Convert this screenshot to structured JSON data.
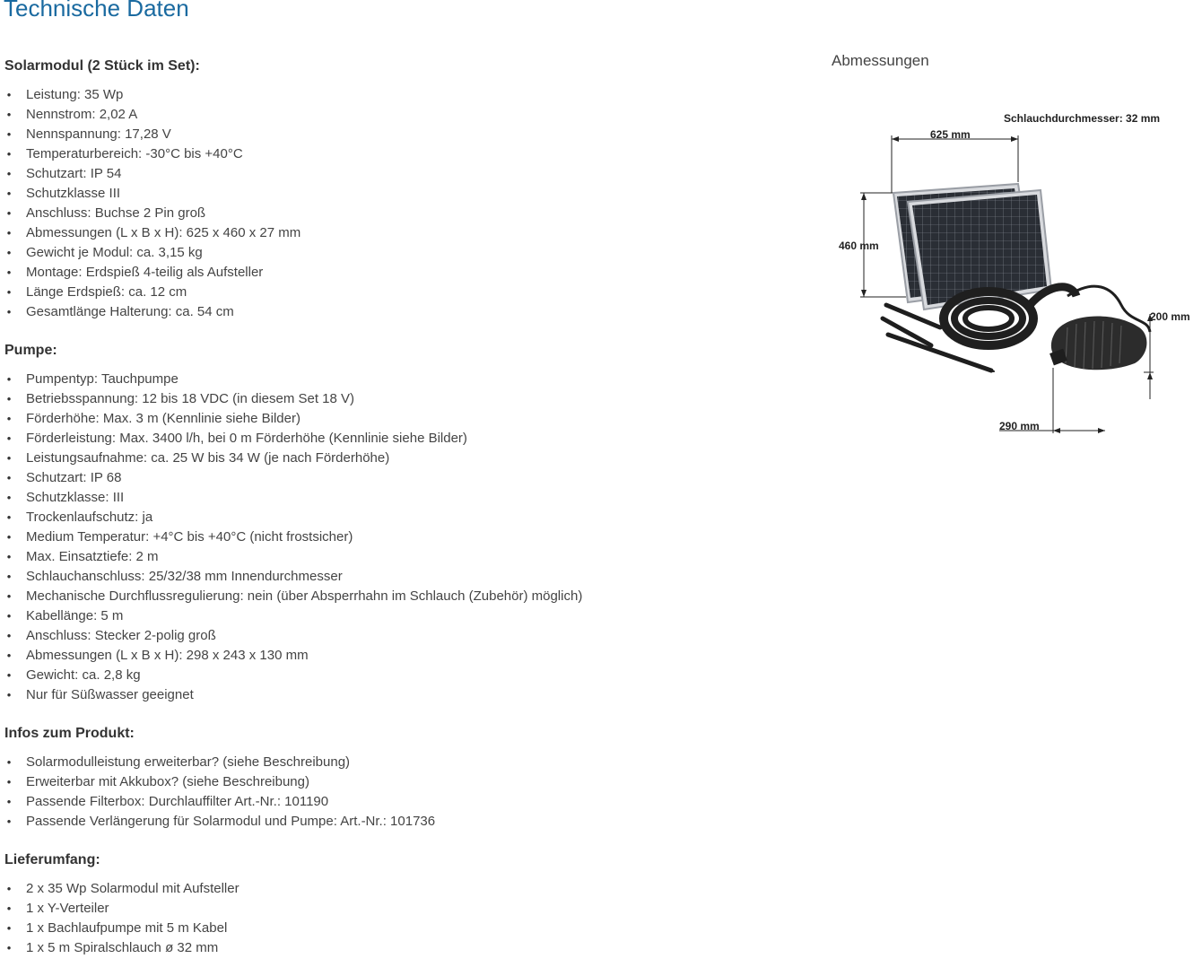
{
  "page": {
    "title": "Technische Daten"
  },
  "sections": [
    {
      "heading": "Solarmodul (2 Stück im Set):",
      "items": [
        "Leistung: 35 Wp",
        "Nennstrom: 2,02 A",
        "Nennspannung: 17,28 V",
        "Temperaturbereich: -30°C bis +40°C",
        "Schutzart: IP 54",
        "Schutzklasse III",
        "Anschluss:  Buchse 2 Pin groß",
        "Abmessungen (L x B x H):  625 x 460 x 27 mm",
        "Gewicht je Modul: ca. 3,15 kg",
        "Montage: Erdspieß 4-teilig als Aufsteller",
        "Länge Erdspieß: ca. 12 cm",
        "Gesamtlänge Halterung: ca. 54 cm"
      ]
    },
    {
      "heading": "Pumpe:",
      "items": [
        "Pumpentyp: Tauchpumpe",
        "Betriebsspannung: 12 bis 18 VDC (in diesem Set 18 V)",
        "Förderhöhe:  Max. 3 m (Kennlinie siehe Bilder)",
        "Förderleistung: Max. 3400 l/h, bei 0 m Förderhöhe (Kennlinie siehe Bilder)",
        "Leistungsaufnahme: ca. 25 W bis 34 W (je nach Förderhöhe)",
        "Schutzart: IP 68",
        "Schutzklasse: III",
        "Trockenlaufschutz: ja",
        "Medium Temperatur: +4°C bis +40°C (nicht frostsicher)",
        "Max. Einsatztiefe: 2 m",
        "Schlauchanschluss: 25/32/38 mm Innendurchmesser",
        "Mechanische Durchflussregulierung: nein (über Absperrhahn im Schlauch (Zubehör) möglich)",
        "Kabellänge: 5 m",
        "Anschluss: Stecker 2-polig groß",
        "Abmessungen (L x B x H): 298 x 243 x 130 mm",
        "Gewicht: ca. 2,8 kg",
        "Nur für Süßwasser geeignet"
      ]
    },
    {
      "heading": "Infos zum Produkt:",
      "items": [
        "Solarmodulleistung erweiterbar? (siehe Beschreibung)",
        "Erweiterbar mit Akkubox? (siehe Beschreibung)",
        "Passende Filterbox: Durchlauffilter Art.-Nr.: 101190",
        "Passende Verlängerung für Solarmodul und Pumpe: Art.-Nr.: 101736"
      ]
    },
    {
      "heading": "Lieferumfang:",
      "items": [
        "2 x 35 Wp Solarmodul mit Aufsteller",
        "1 x Y-Verteiler",
        "1 x Bachlaufpumpe mit 5 m Kabel",
        "1 x 5 m Spiralschlauch ø 32 mm"
      ]
    }
  ],
  "figure": {
    "title": "Abmessungen",
    "labels": {
      "hose": "Schlauchdurchmesser: 32 mm",
      "width": "625 mm",
      "height": "460 mm",
      "pump_height": "200 mm",
      "pump_width": "290 mm"
    }
  },
  "colors": {
    "title": "#1a6aa0",
    "text": "#444444",
    "heading": "#333333"
  }
}
